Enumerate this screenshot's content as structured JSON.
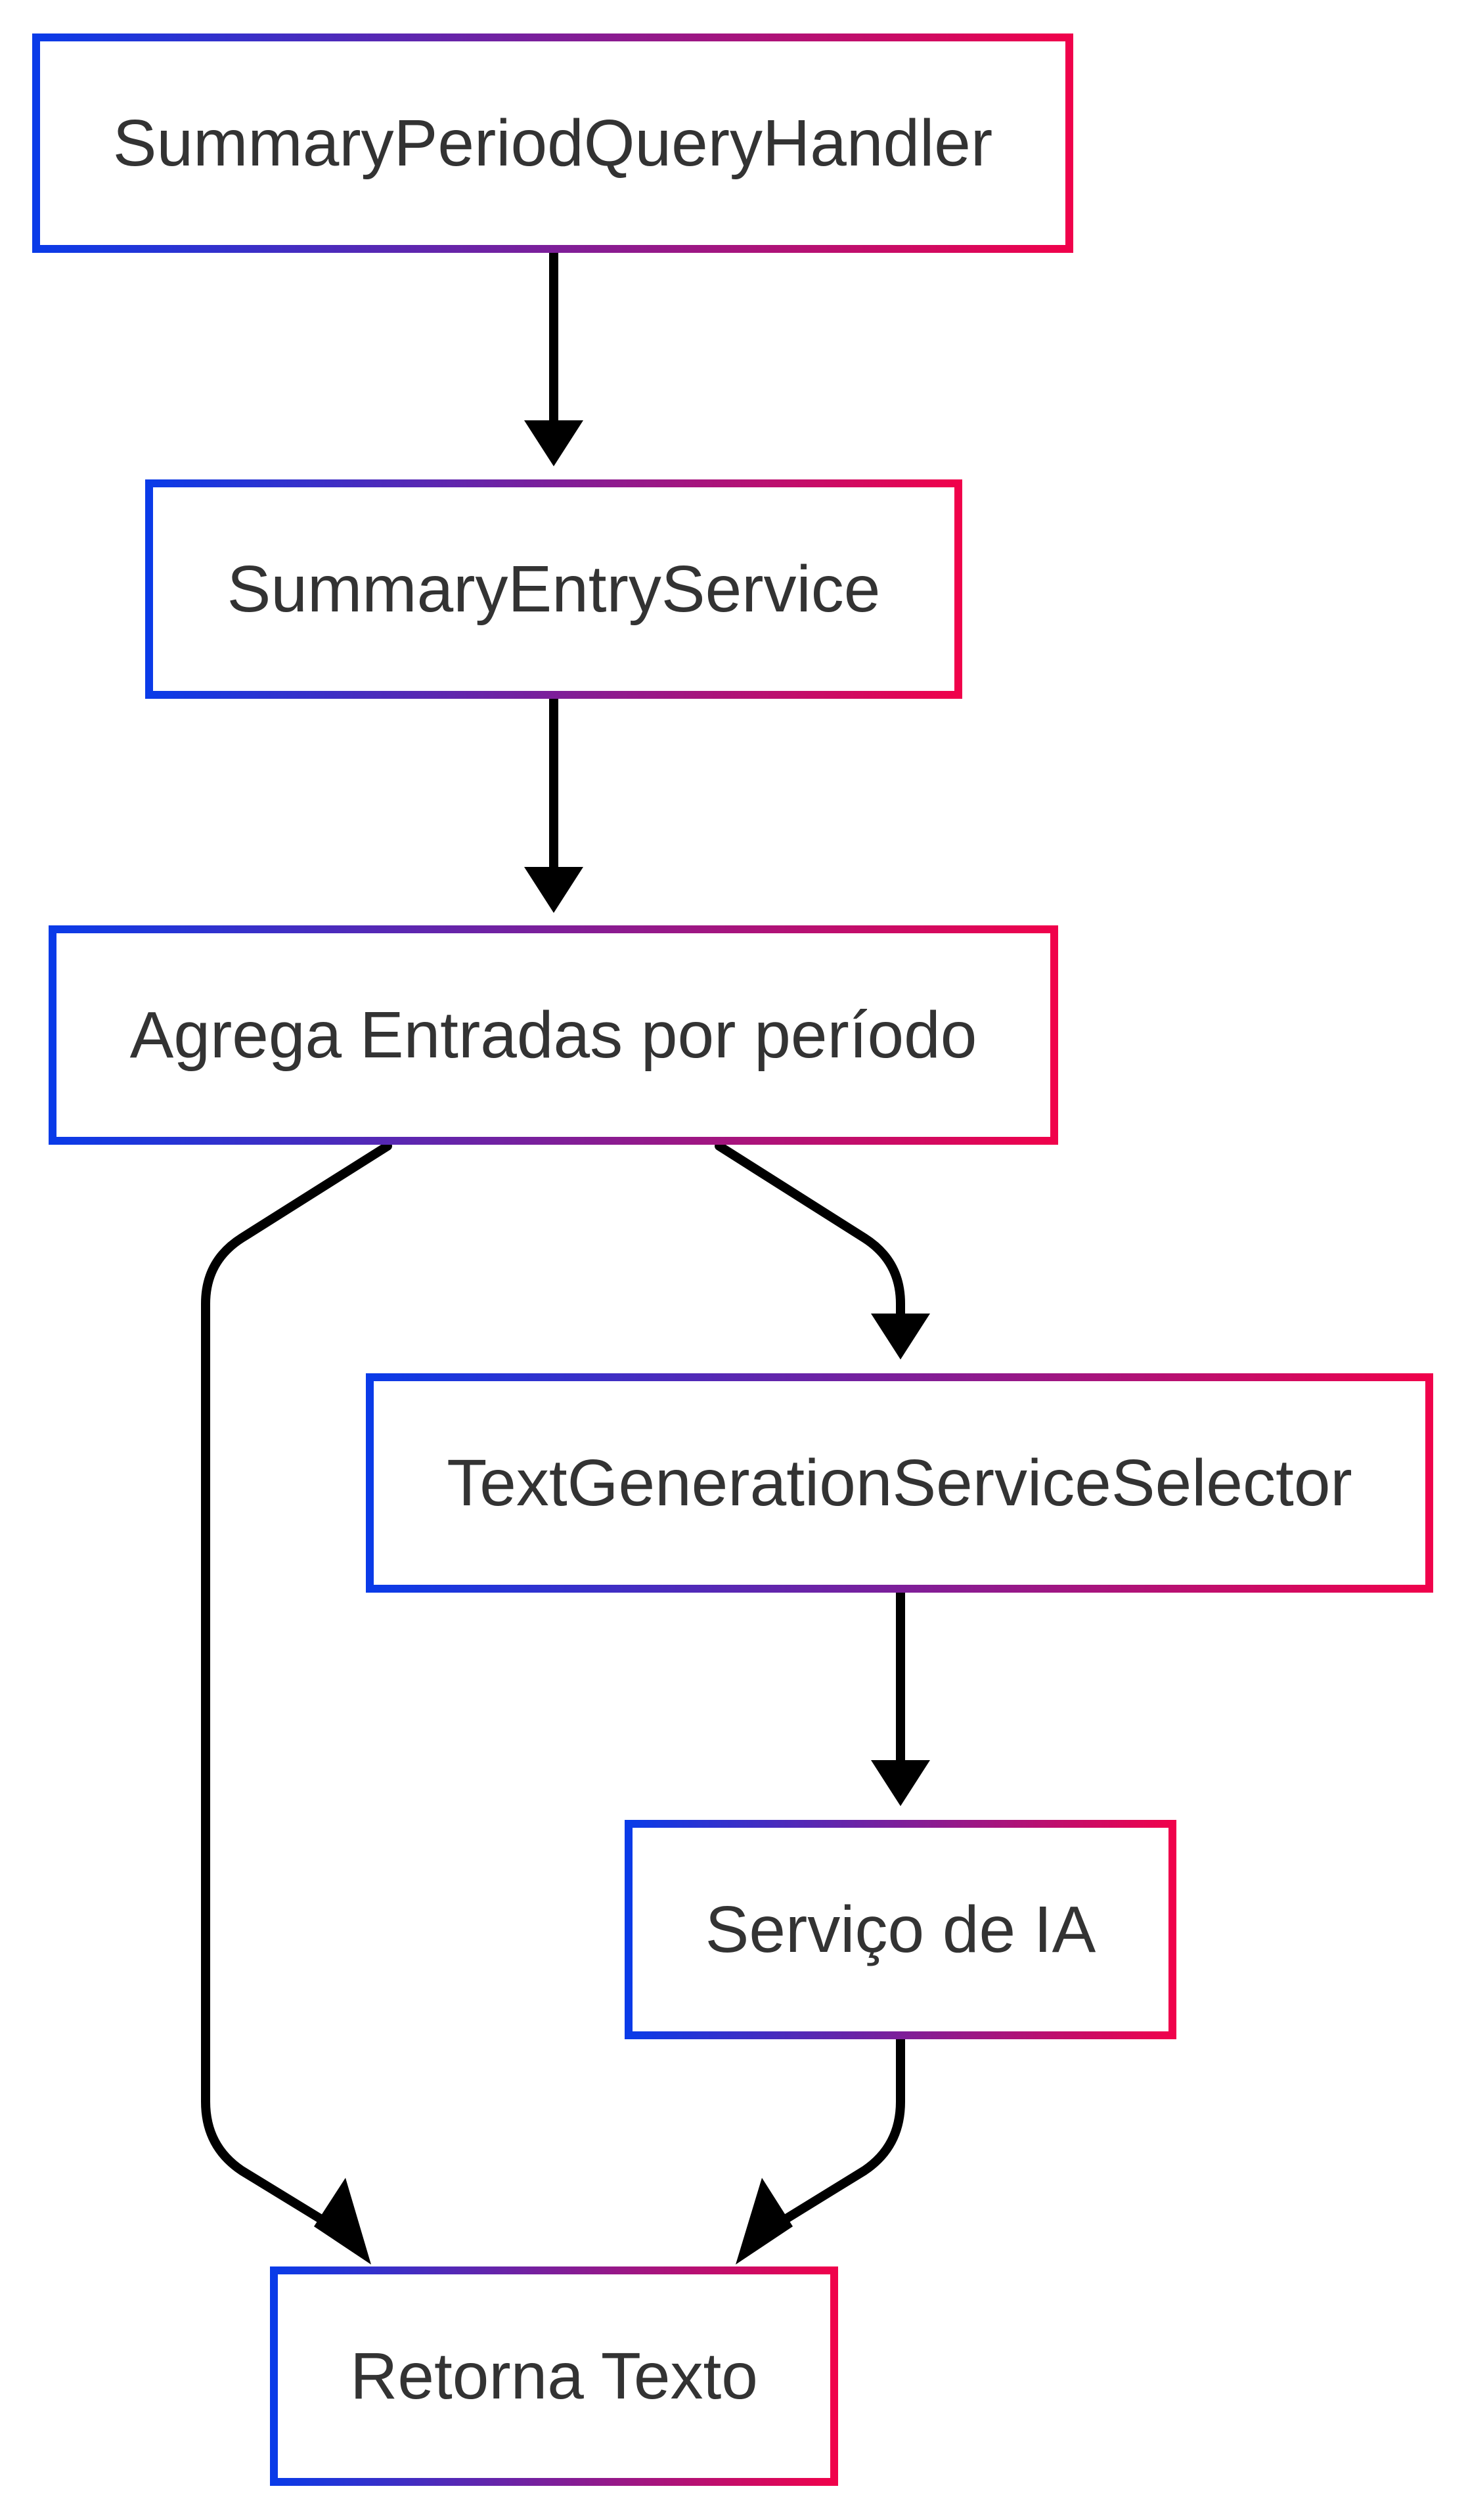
{
  "diagram": {
    "type": "flowchart",
    "colors": {
      "border_gradient_start": "#0a3be8",
      "border_gradient_end": "#f0024b",
      "text": "#333333",
      "edge": "#000000",
      "background": "#ffffff"
    },
    "nodes": [
      {
        "id": "summary-period-query-handler",
        "label": "SummaryPeriodQueryHandler"
      },
      {
        "id": "summary-entry-service",
        "label": "SummaryEntryService"
      },
      {
        "id": "agrega-entradas",
        "label": "Agrega Entradas por período"
      },
      {
        "id": "text-generation-service-selector",
        "label": "TextGenerationServiceSelector"
      },
      {
        "id": "servico-de-ia",
        "label": "Serviço de IA"
      },
      {
        "id": "retorna-texto",
        "label": "Retorna Texto"
      }
    ],
    "edges": [
      {
        "from": "summary-period-query-handler",
        "to": "summary-entry-service"
      },
      {
        "from": "summary-entry-service",
        "to": "agrega-entradas"
      },
      {
        "from": "agrega-entradas",
        "to": "retorna-texto"
      },
      {
        "from": "agrega-entradas",
        "to": "text-generation-service-selector"
      },
      {
        "from": "text-generation-service-selector",
        "to": "servico-de-ia"
      },
      {
        "from": "servico-de-ia",
        "to": "retorna-texto"
      }
    ]
  }
}
